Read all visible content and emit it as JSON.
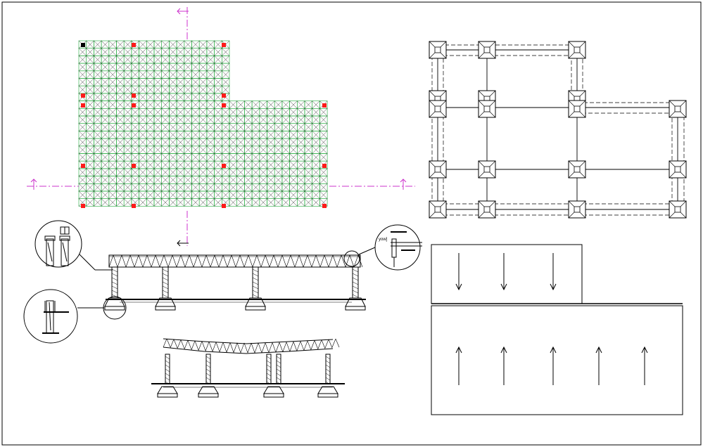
{
  "drawing": {
    "background": "#ffffff",
    "line_color": "#000000",
    "grid_color": "#1faa3a",
    "column_marker_color": "#ff1a1a",
    "section_line_color": "#cc33cc"
  },
  "views": [
    {
      "name": "space-frame-plan"
    },
    {
      "name": "footing-foundation-plan"
    },
    {
      "name": "front-elevation"
    },
    {
      "name": "side-elevation"
    },
    {
      "name": "roof-slope-plan"
    },
    {
      "name": "detail-callout-top-left"
    },
    {
      "name": "detail-callout-bottom-left"
    },
    {
      "name": "detail-callout-right"
    }
  ],
  "detail_callout_right": {
    "label": "yow]"
  },
  "icons": {
    "section_marker": "arrow-section-marker-icon",
    "flow_arrow": "slope-direction-arrow-icon"
  }
}
